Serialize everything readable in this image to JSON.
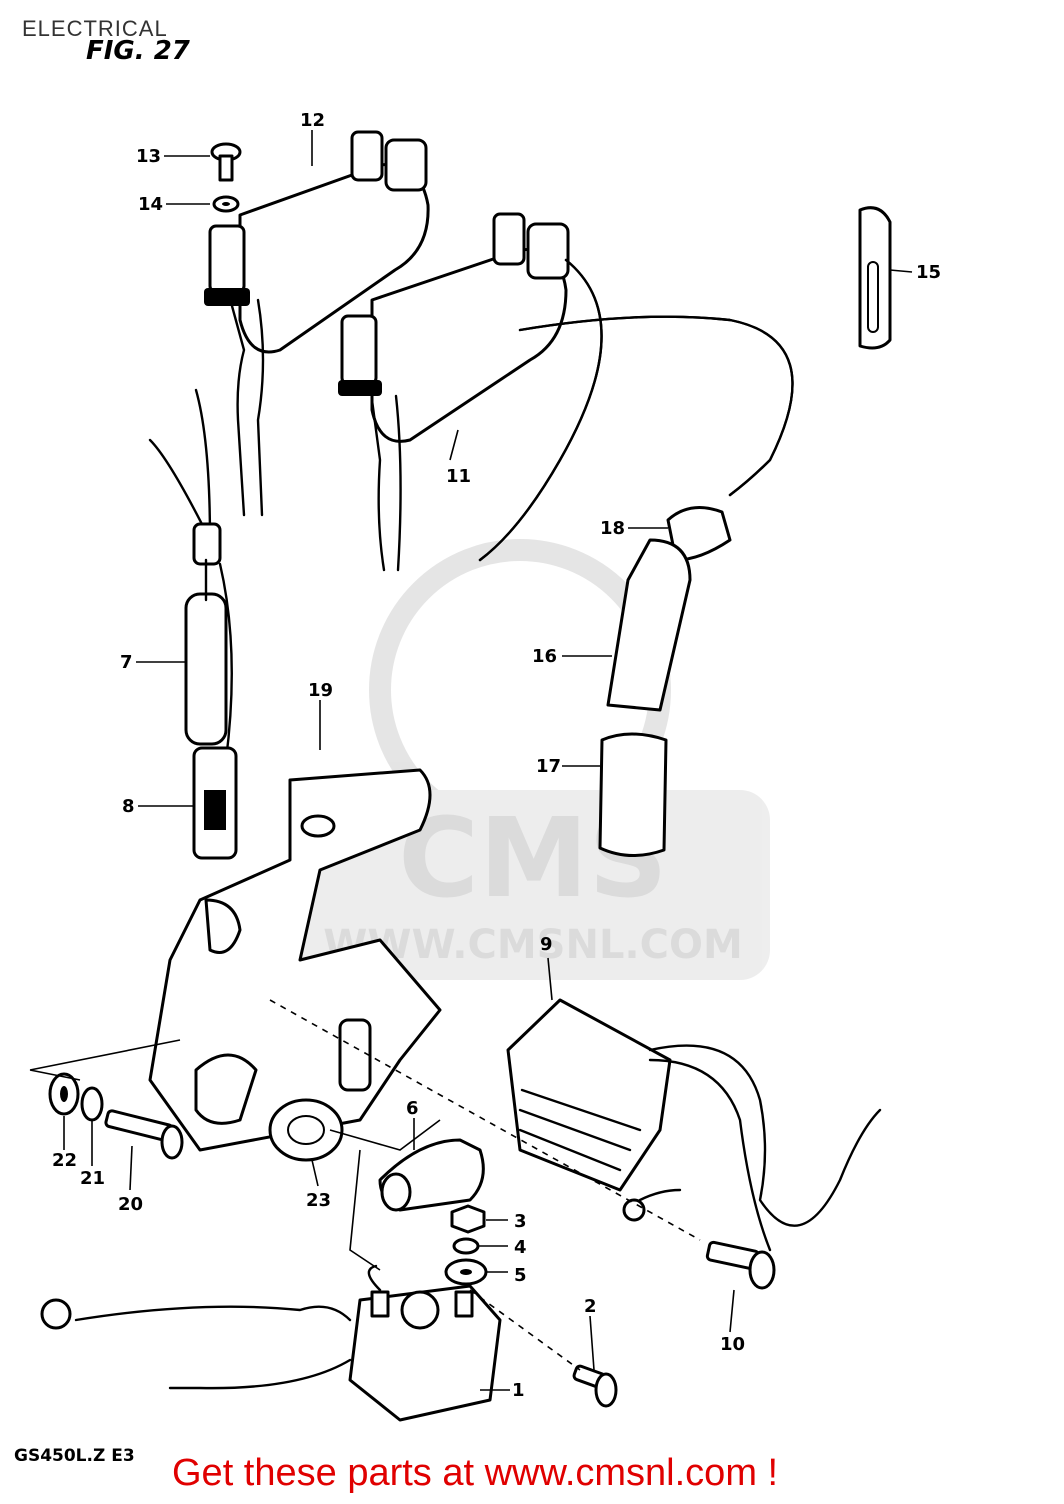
{
  "header": {
    "section_title": "ELECTRICAL",
    "figure_label": "FIG. 27"
  },
  "watermark": {
    "brand": "CMS",
    "site": "WWW.CMSNL.COM"
  },
  "footer": {
    "model_code": "GS450L.Z E3",
    "cta": "Get these parts at www.cmsnl.com !"
  },
  "callouts": [
    "1",
    "2",
    "3",
    "4",
    "5",
    "6",
    "7",
    "8",
    "9",
    "10",
    "11",
    "12",
    "13",
    "14",
    "15",
    "16",
    "17",
    "18",
    "19",
    "20",
    "21",
    "22",
    "23"
  ],
  "colors": {
    "line": "#000000",
    "cta": "#e00000",
    "watermark": "#d8d8d8"
  }
}
